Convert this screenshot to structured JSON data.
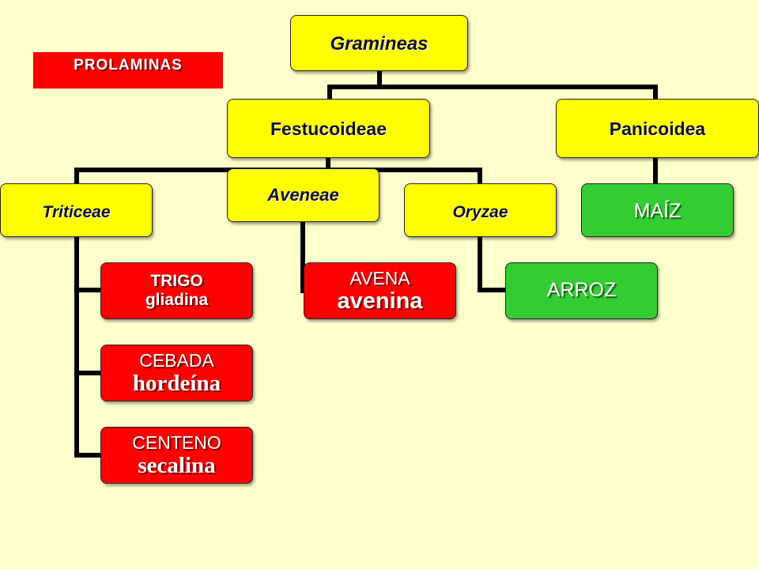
{
  "legend": "PROLAMINAS",
  "nodes": {
    "gramineas": "Gramineas",
    "festucoideae": "Festucoideae",
    "panicoidea": "Panicoidea",
    "triticeae": "Triticeae",
    "aveneae": "Aveneae",
    "oryzae": "Oryzae",
    "maiz": "MAÍZ",
    "trigo": {
      "name": "TRIGO",
      "protein": "gliadina"
    },
    "avena": {
      "name": "AVENA",
      "protein": "avenina"
    },
    "arroz": "ARROZ",
    "cebada": {
      "name": "CEBADA",
      "protein": "hordeína"
    },
    "centeno": {
      "name": "CENTENO",
      "protein": "secalina"
    }
  },
  "colors": {
    "background": "#FFFFCC",
    "taxon": "#FFFF00",
    "prolamin": "#FF0000",
    "no_prolamin": "#33CC33"
  }
}
